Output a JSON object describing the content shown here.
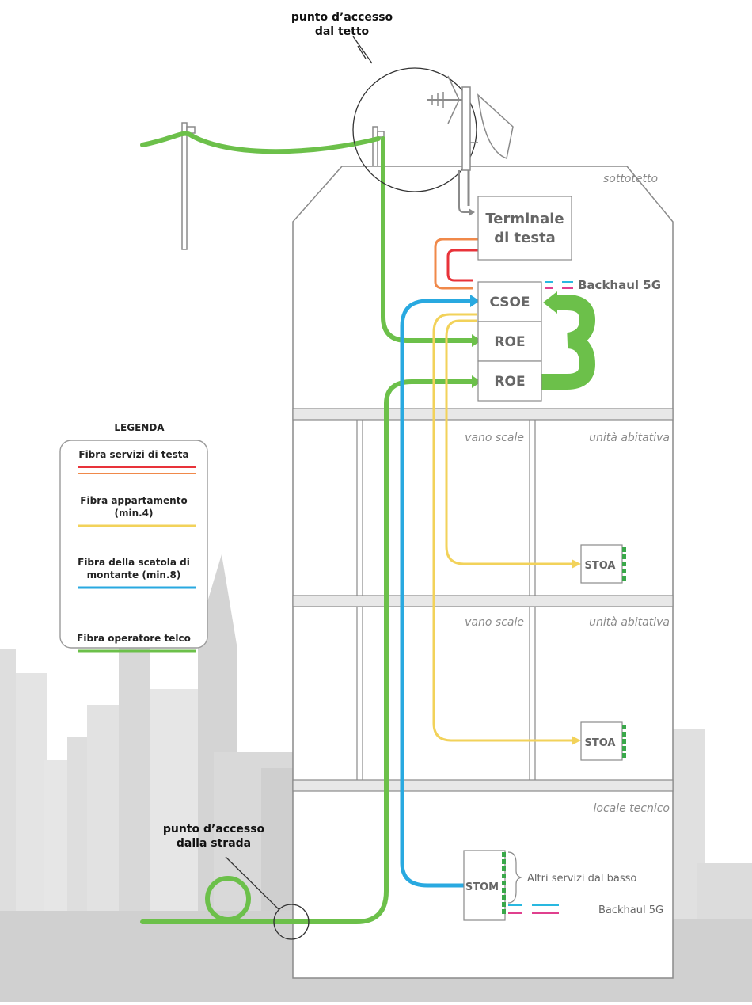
{
  "labels": {
    "roof_access_1": "punto d’accesso",
    "roof_access_2": "dal tetto",
    "street_access_1": "punto d’accesso",
    "street_access_2": "dalla strada",
    "attic": "sottotetto",
    "head_terminal_1": "Terminale",
    "head_terminal_2": "di testa",
    "backhaul_top": "Backhaul 5G",
    "csoe": "CSOE",
    "roe_1": "ROE",
    "roe_2": "ROE",
    "stairwell_1": "vano scale",
    "dwelling_1": "unità abitativa",
    "stairwell_2": "vano scale",
    "dwelling_2": "unità abitativa",
    "stoa_1": "STOA",
    "stoa_2": "STOA",
    "technical_room": "locale tecnico",
    "stom": "STOM",
    "other_services": "Altri servizi dal basso",
    "backhaul_bottom": "Backhaul 5G"
  },
  "legend": {
    "title": "LEGENDA",
    "items": [
      {
        "lines": [
          "Fibra servizi di testa"
        ],
        "colors": [
          "#e8333a",
          "#f0894a"
        ]
      },
      {
        "lines": [
          "Fibra appartamento",
          "(min.4)"
        ],
        "colors": [
          "#f2d25a"
        ]
      },
      {
        "lines": [
          "Fibra della scatola di",
          "montante (min.8)"
        ],
        "colors": [
          "#29a9e0"
        ]
      },
      {
        "lines": [
          "Fibra operatore telco"
        ],
        "colors": [
          "#6cc04a"
        ]
      }
    ]
  },
  "colors": {
    "head_red": "#e8333a",
    "head_orange": "#f0894a",
    "apartment_yellow": "#f2d25a",
    "riser_blue": "#29a9e0",
    "telco_green": "#6cc04a",
    "backhaul_cyan": "#29b8e0",
    "backhaul_magenta": "#e0408e",
    "building_stroke": "#8a8a8a",
    "city_gray": "#dcdcdc"
  }
}
